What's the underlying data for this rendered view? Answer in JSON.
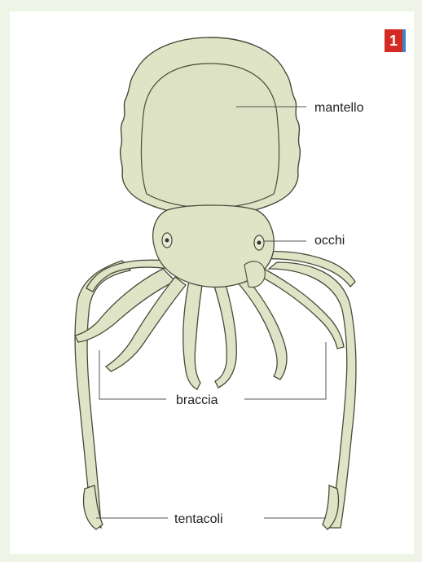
{
  "badge": {
    "number": "1"
  },
  "labels": {
    "mantello": "mantello",
    "occhi": "occhi",
    "braccia": "braccia",
    "tentacoli": "tentacoli"
  },
  "colors": {
    "background": "#eef4e6",
    "body_fill": "#dfe4c6",
    "body_stroke": "#4a4a3a",
    "badge_red": "#d42a22",
    "badge_blue": "#3a86c8"
  }
}
